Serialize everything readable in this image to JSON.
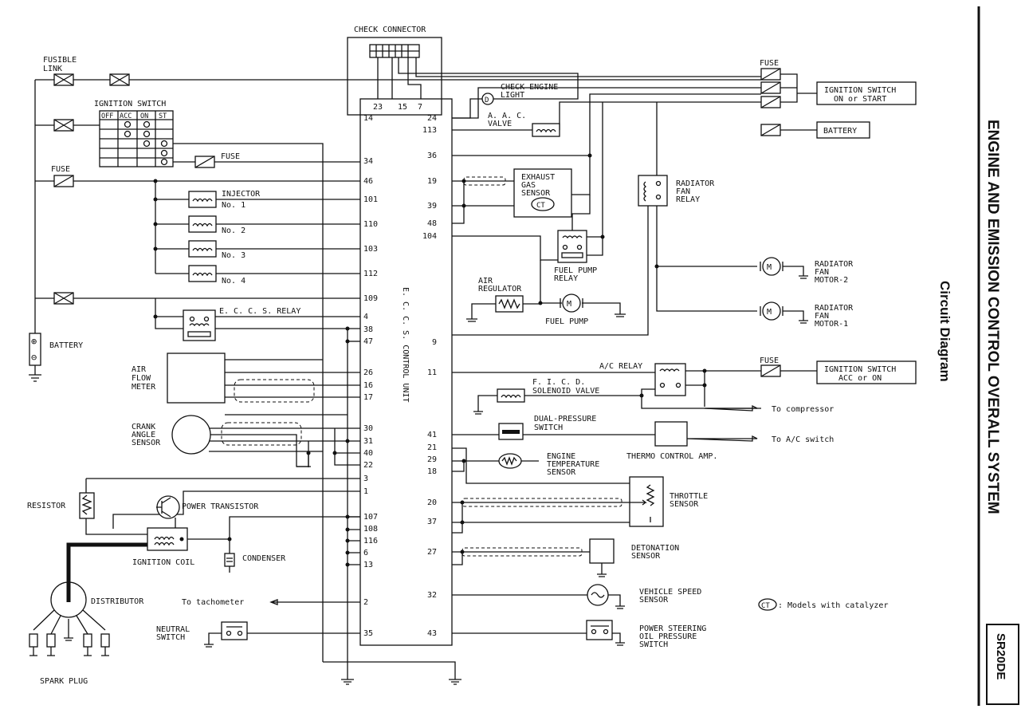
{
  "page": {
    "title": "ENGINE AND EMISSION CONTROL OVERALL SYSTEM",
    "subtitle": "Circuit Diagram",
    "model": "SR20DE",
    "note_symbol": "CT",
    "note_text": ": Models with catalyzer"
  },
  "labels": {
    "check_connector": "CHECK CONNECTOR",
    "fusible_link_1": "FUSIBLE",
    "fusible_link_2": "LINK",
    "ignition_switch": "IGNITION SWITCH",
    "sw_off": "OFF",
    "sw_acc": "ACC",
    "sw_on": "ON",
    "sw_st": "ST",
    "fuse": "FUSE",
    "injector": "INJECTOR",
    "inj1": "No. 1",
    "inj2": "No. 2",
    "inj3": "No. 3",
    "inj4": "No. 4",
    "eccs_relay": "E. C. C. S.  RELAY",
    "battery": "BATTERY",
    "afm_1": "AIR",
    "afm_2": "FLOW",
    "afm_3": "METER",
    "cas_1": "CRANK",
    "cas_2": "ANGLE",
    "cas_3": "SENSOR",
    "resistor": "RESISTOR",
    "power_transistor": "POWER TRANSISTOR",
    "ignition_coil": "IGNITION COIL",
    "condenser": "CONDENSER",
    "distributor": "DISTRIBUTOR",
    "to_tachometer": "To tachometer",
    "neutral_1": "NEUTRAL",
    "neutral_2": "SWITCH",
    "spark_plug": "SPARK PLUG",
    "ecu": "E. C. C. S.  CONTROL UNIT",
    "cel_1": "CHECK ENGINE",
    "cel_2": "LIGHT",
    "aac_1": "A. A. C.",
    "aac_2": "VALVE",
    "egs_1": "EXHAUST",
    "egs_2": "GAS",
    "egs_3": "SENSOR",
    "ct": "CT",
    "rfr_1": "RADIATOR",
    "rfr_2": "FAN",
    "rfr_3": "RELAY",
    "ign_on_start_1": "IGNITION SWITCH",
    "ign_on_start_2": "ON or START",
    "battery_box": "BATTERY",
    "fpr_1": "FUEL PUMP",
    "fpr_2": "RELAY",
    "air_reg_1": "AIR",
    "air_reg_2": "REGULATOR",
    "fuel_pump": "FUEL PUMP",
    "rfm2_1": "RADIATOR",
    "rfm2_2": "FAN",
    "rfm2_3": "MOTOR-2",
    "rfm1_1": "RADIATOR",
    "rfm1_2": "FAN",
    "rfm1_3": "MOTOR-1",
    "ac_relay": "A/C RELAY",
    "ign_acc_1": "IGNITION SWITCH",
    "ign_acc_2": "ACC or ON",
    "ficd_1": "F. I. C. D.",
    "ficd_2": "SOLENOID VALVE",
    "to_compressor": "To compressor",
    "dps_1": "DUAL-PRESSURE",
    "dps_2": "SWITCH",
    "to_ac_switch": "To A/C switch",
    "thermo": "THERMO CONTROL AMP.",
    "ets_1": "ENGINE",
    "ets_2": "TEMPERATURE",
    "ets_3": "SENSOR",
    "tps_1": "THROTTLE",
    "tps_2": "SENSOR",
    "det_1": "DETONATION",
    "det_2": "SENSOR",
    "vss_1": "VEHICLE SPEED",
    "vss_2": "SENSOR",
    "psp_1": "POWER STEERING",
    "psp_2": "OIL PRESSURE",
    "psp_3": "SWITCH"
  },
  "pins_top": [
    "23",
    "15",
    "7"
  ],
  "pins_left": [
    "14",
    "34",
    "46",
    "101",
    "110",
    "103",
    "112",
    "109",
    "4",
    "38",
    "47",
    "26",
    "16",
    "17",
    "30",
    "31",
    "40",
    "22",
    "3",
    "1",
    "107",
    "108",
    "116",
    "6",
    "13",
    "2",
    "35"
  ],
  "pins_right": [
    "24",
    "113",
    "36",
    "19",
    "39",
    "48",
    "104",
    "9",
    "11",
    "41",
    "21",
    "29",
    "18",
    "20",
    "37",
    "27",
    "32",
    "43"
  ]
}
